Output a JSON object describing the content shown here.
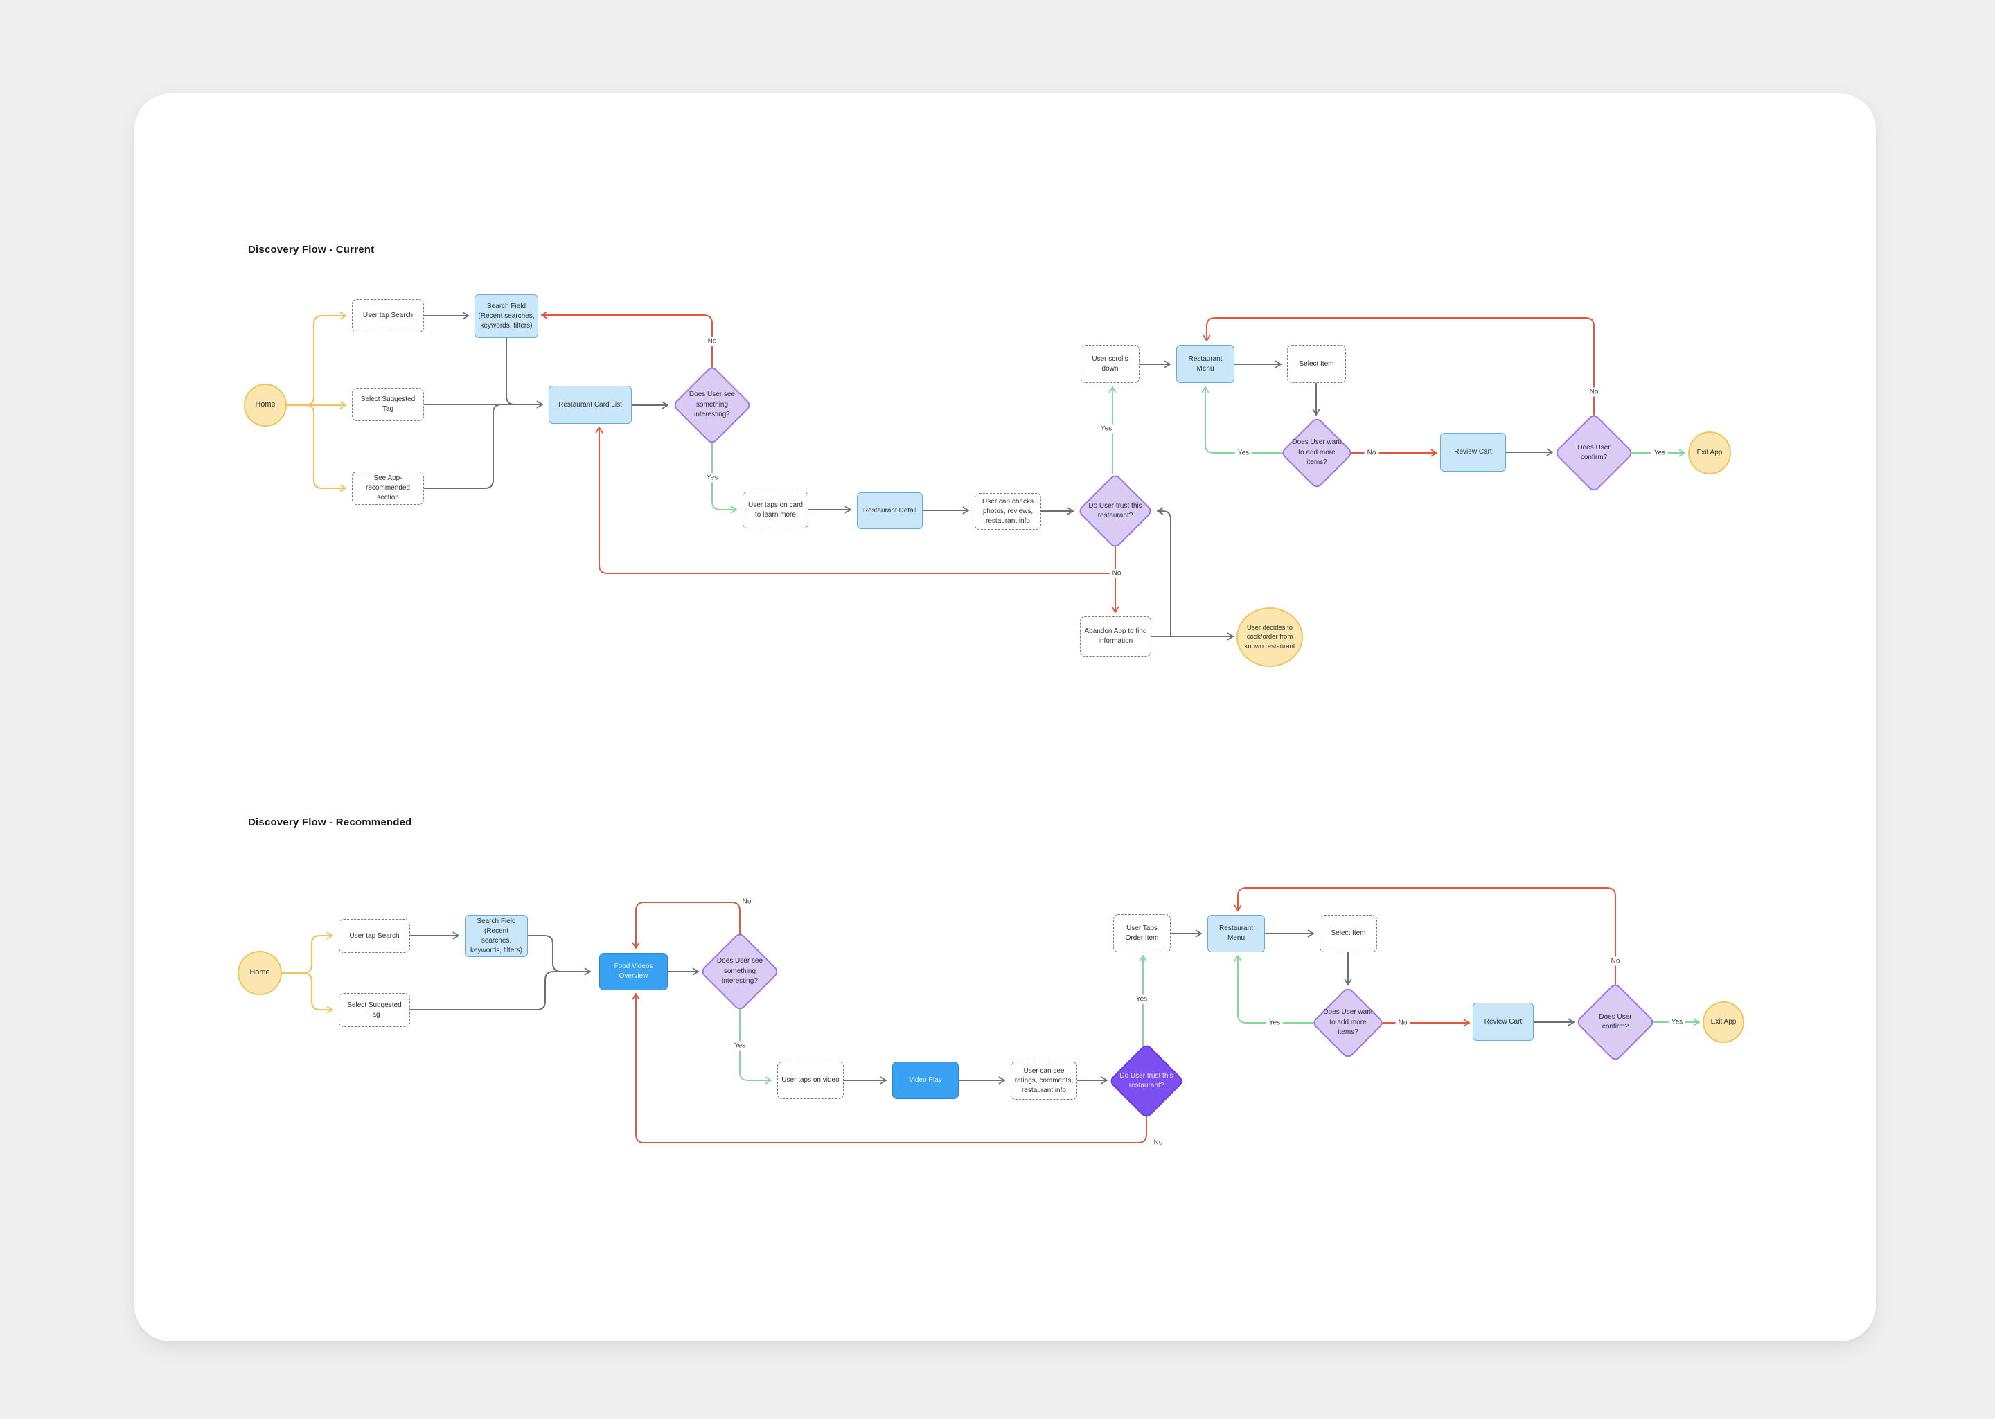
{
  "colors": {
    "blue_fill": "#c9e7f8",
    "blue_border": "#66abde",
    "bright_blue": "#38a1f2",
    "purple_fill": "#dacbf5",
    "purple_border": "#9c76e3",
    "bright_purple": "#7c4ff0",
    "yellow_fill": "#fae6ae",
    "yellow_border": "#edc561",
    "yellow_line": "#efc35f",
    "gray_line": "#6b6f76",
    "red": "#e2573d",
    "green": "#85d69b"
  },
  "labels": {
    "yes": "Yes",
    "no": "No"
  },
  "flow_current": {
    "title": "Discovery Flow  - Current",
    "nodes": {
      "home": "Home",
      "user_tap_search": "User tap Search",
      "select_suggested_tag": "Select Suggested Tag",
      "see_app_recommended": "See App-recommended section",
      "search_field": "Search Field (Recent searches, keywords, filters)",
      "restaurant_card_list": "Restaurant Card List",
      "does_user_see": "Does User see something interesting?",
      "user_taps_card": "User taps on card to learn more",
      "restaurant_detail": "Restaurant Detail",
      "user_checks": "User can checks photos, reviews, restaurant info",
      "do_user_trust": "Do User trust this restaurant?",
      "abandon_app": "Abandon App to find information",
      "user_decides_cook": "User decides to cook/order from known restaurant",
      "user_scrolls_down": "User scrolls down",
      "restaurant_menu": "Restaurant Menu",
      "select_item": "Select Item",
      "add_more_items": "Does User want to add more items?",
      "review_cart": "Review Cart",
      "does_user_confirm": "Does User confirm?",
      "exit_app": "Exit App"
    }
  },
  "flow_recommended": {
    "title": "Discovery Flow - Recommended",
    "nodes": {
      "home": "Home",
      "user_tap_search": "User tap Search",
      "select_suggested_tag": "Select Suggested Tag",
      "search_field": "Search Field (Recent searches, keywords, filters)",
      "food_videos_overview": "Food Videos Overview",
      "does_user_see": "Does User see something interesting?",
      "user_taps_video": "User taps on video",
      "video_play": "Video Play",
      "user_sees_ratings": "User can see ratings, comments, restaurant info",
      "do_user_trust": "Do User trust this restaurant?",
      "user_taps_order": "User Taps Order Item",
      "restaurant_menu": "Restaurant Menu",
      "select_item": "Select Item",
      "add_more_items": "Does User want to add more items?",
      "review_cart": "Review Cart",
      "does_user_confirm": "Does User confirm?",
      "exit_app": "Exit App"
    }
  }
}
